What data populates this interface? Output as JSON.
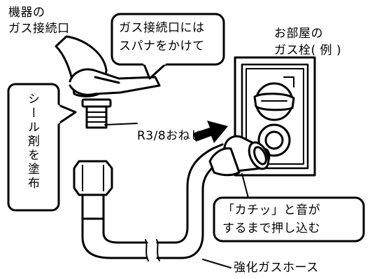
{
  "labels": {
    "device_port_line1": "機器の",
    "device_port_line2": "ガス接続口",
    "spanner_line1": "ガス接続口には",
    "spanner_line2": "スパナをかけて",
    "outlet_line1": "お部屋の",
    "outlet_line2": "ガス栓( 例 )",
    "sealant": "シール剤を塗布",
    "thread": "R3/8おねじ",
    "click_line1": "「カチッ」と音が",
    "click_line2": "するまで押し込む",
    "hose": "強化ガスホース"
  },
  "colors": {
    "line": "#000000",
    "fill": "#ffffff",
    "gray": "#d9d9d9"
  }
}
